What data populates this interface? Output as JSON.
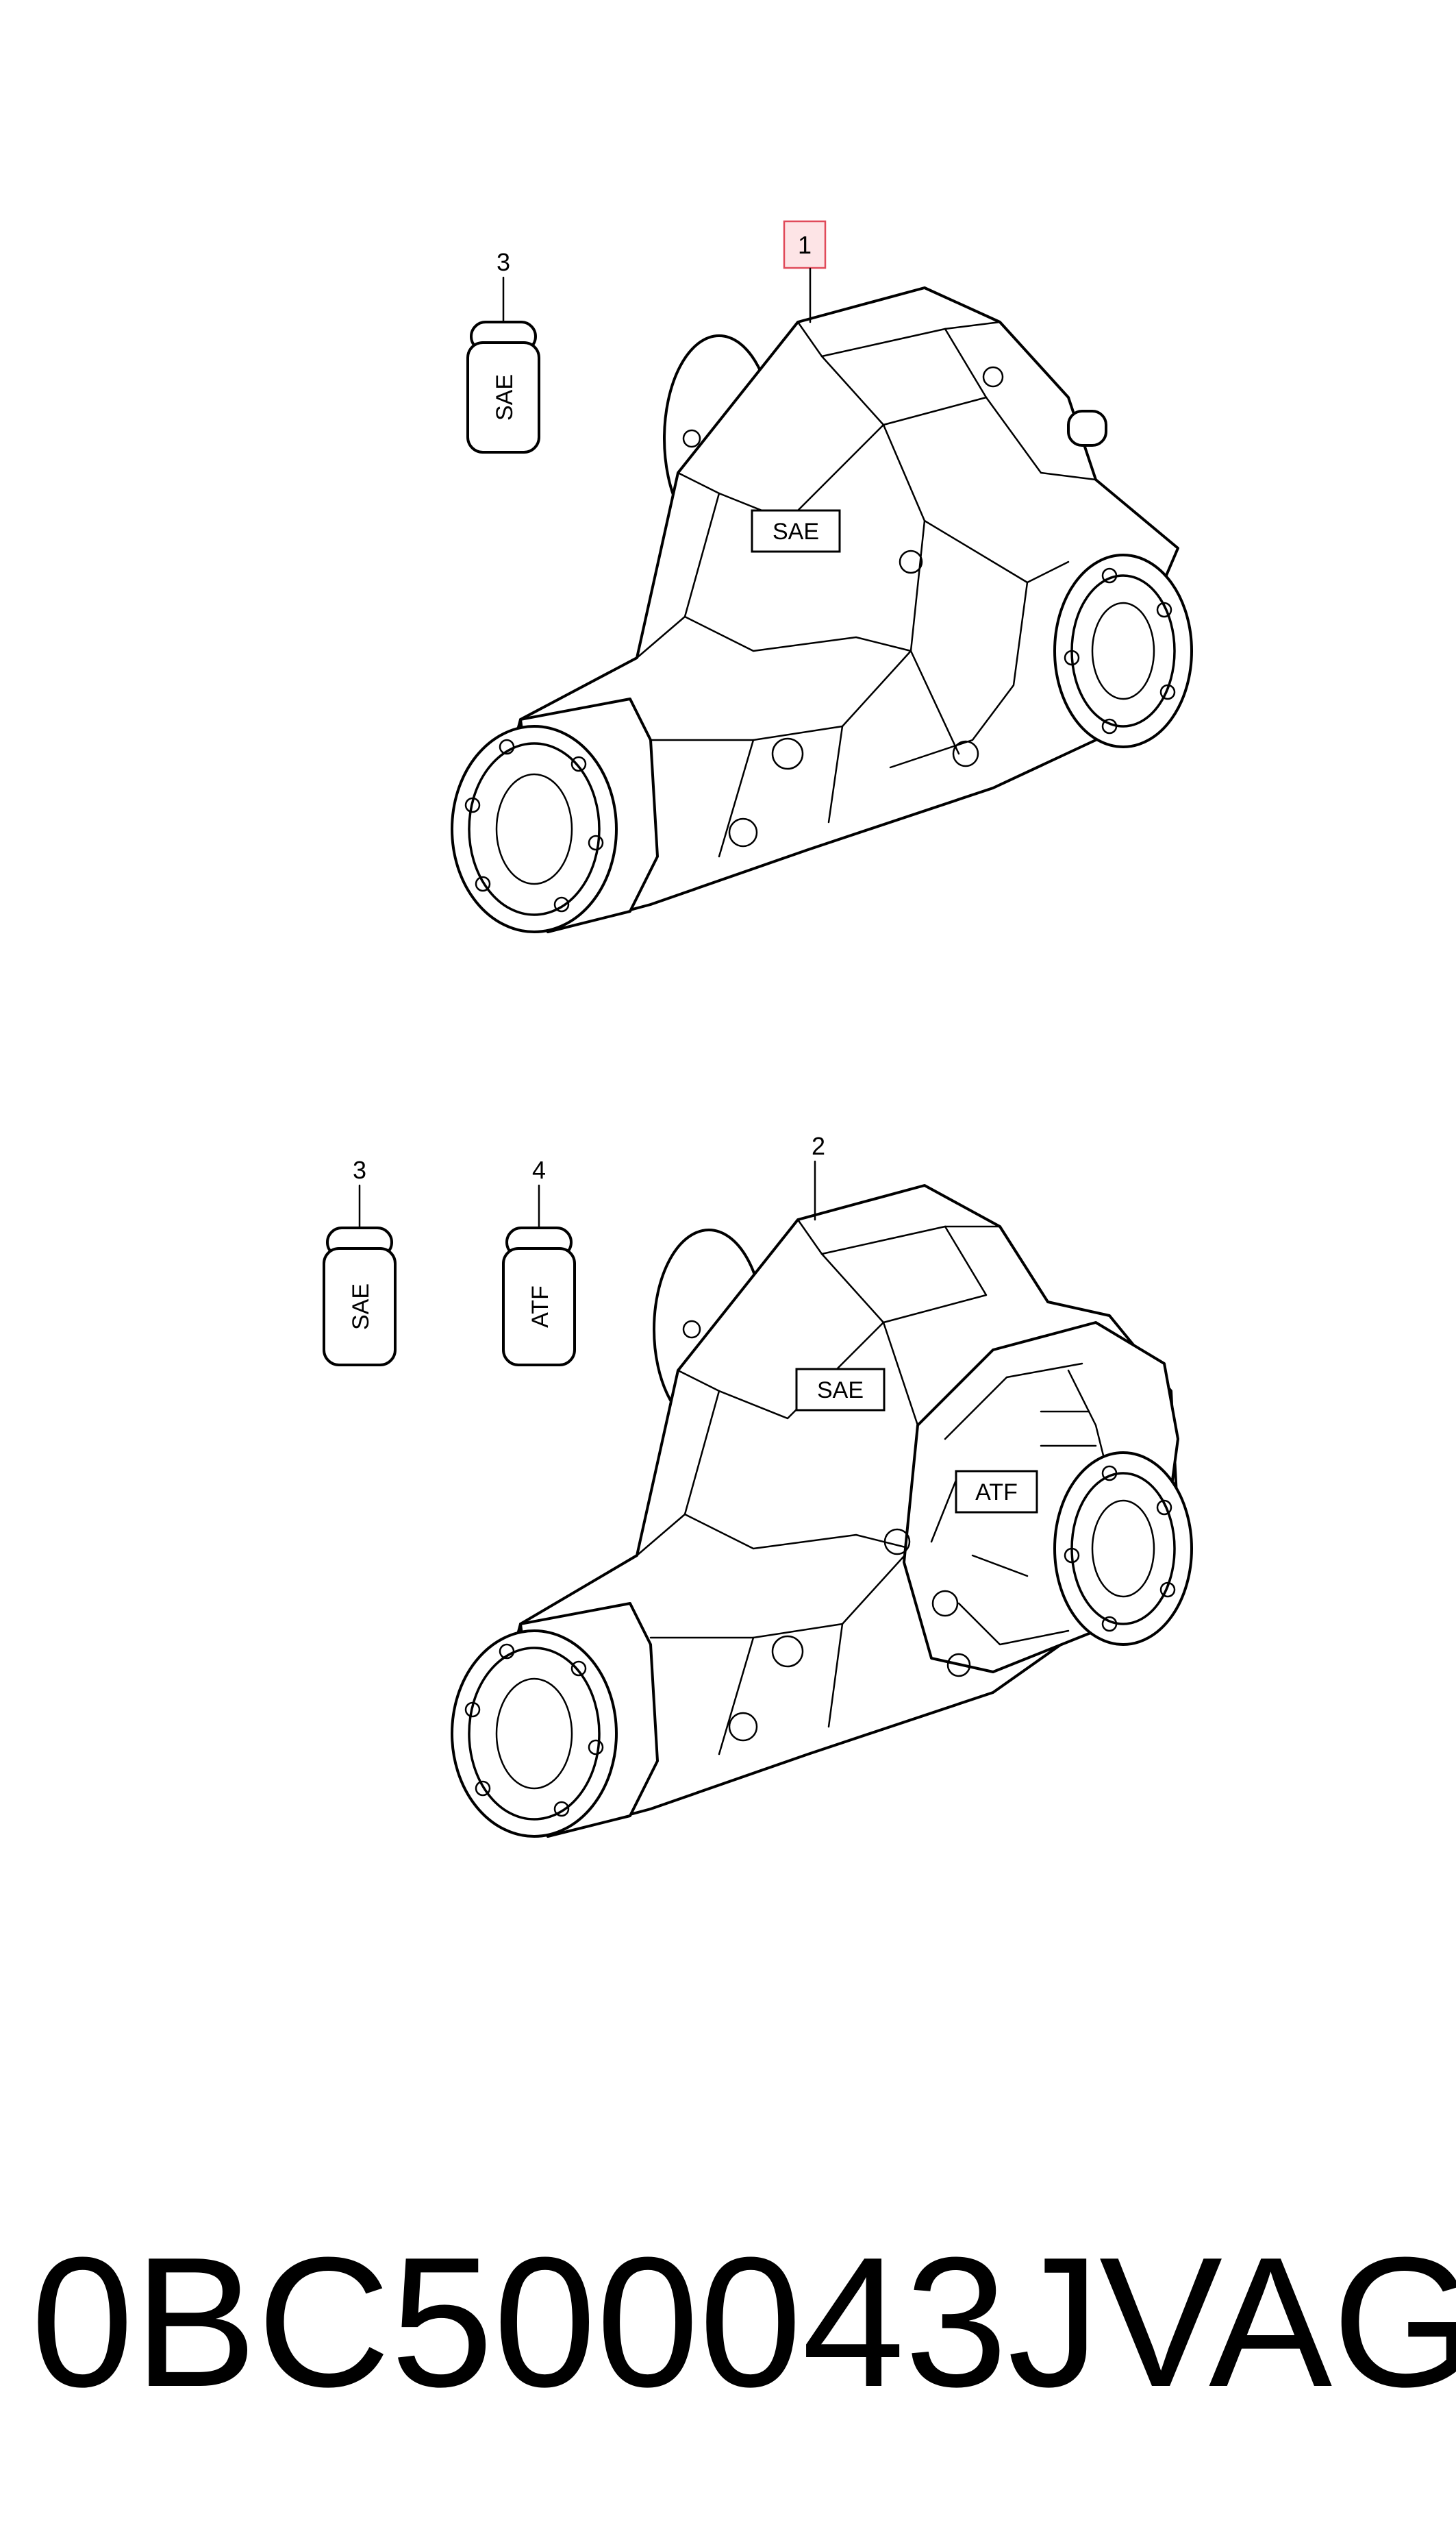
{
  "assembly_1": {
    "callout": "1",
    "housing_label": "SAE",
    "bottle": {
      "callout": "3",
      "label": "SAE"
    }
  },
  "assembly_2": {
    "callout": "2",
    "housing_label": "SAE",
    "cover_label": "ATF",
    "bottles": [
      {
        "callout": "3",
        "label": "SAE"
      },
      {
        "callout": "4",
        "label": "ATF"
      }
    ]
  },
  "footer": {
    "part_number": "0BC500043J",
    "brand": "VAG"
  }
}
